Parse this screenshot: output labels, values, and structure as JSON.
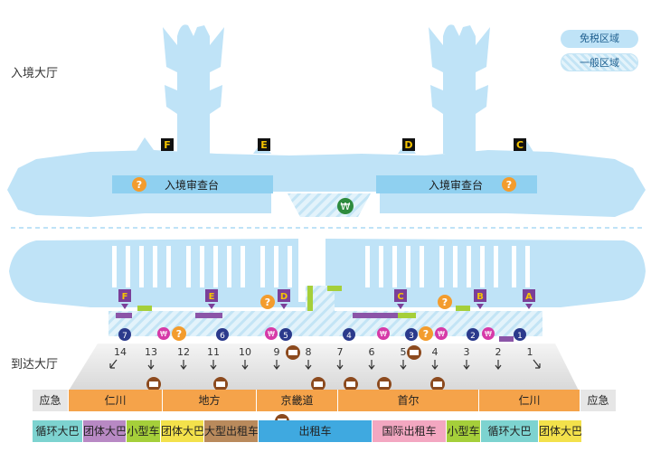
{
  "labels": {
    "arrival_hall_entry": "入境大厅",
    "arrival_hall_exit": "到达大厅",
    "immigration_counter": "入境审查台"
  },
  "legend": {
    "duty_free": "免税区域",
    "general": "一般区域"
  },
  "gates_top": [
    "F",
    "E",
    "D",
    "C"
  ],
  "gates_lower": [
    "F",
    "E",
    "D",
    "C",
    "B",
    "A"
  ],
  "markers_lower": [
    "7",
    "6",
    "5",
    "4",
    "3",
    "2",
    "1"
  ],
  "exits": [
    "14",
    "13",
    "12",
    "11",
    "10",
    "9",
    "8",
    "7",
    "6",
    "5",
    "4",
    "3",
    "2",
    "1"
  ],
  "destination_row": [
    "应急",
    "仁川",
    "地方",
    "京畿道",
    "首尔",
    "仁川",
    "应急"
  ],
  "transport_row": [
    "循环大巴",
    "团体大巴",
    "小型车",
    "团体大巴",
    "大型出租车",
    "出租车",
    "国际出租车",
    "小型车",
    "循环大巴",
    "团体大巴"
  ],
  "colors": {
    "area_blue": "#bfe3f7",
    "counter_blue": "#8fd0f0",
    "gate_purple": "#7b3f98",
    "help_orange": "#f39c2d",
    "marker_navy": "#2b3a8c",
    "orange_road": "#f5a34a",
    "gray_floor": "#cfcfcf",
    "green_exchange": "#2e8b3d",
    "magenta": "#d63aa8"
  }
}
